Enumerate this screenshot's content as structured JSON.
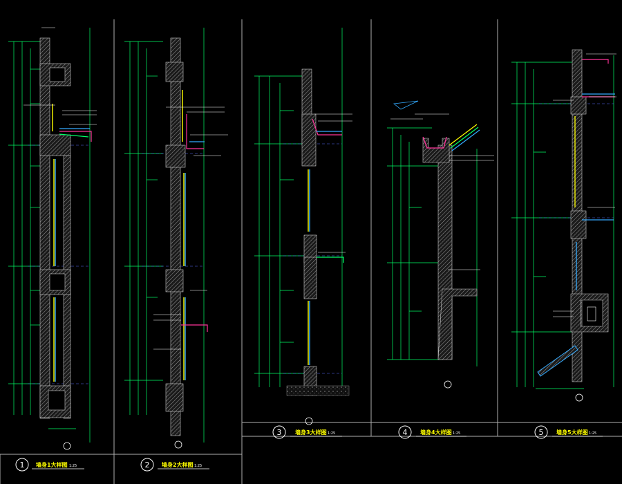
{
  "sheet": {
    "background": "#000000",
    "frame_color": "#b0b0b0",
    "colors": {
      "dimension": "#00ff66",
      "wall_hatch": "#9a9a9a",
      "glass": "#ffff00",
      "glass_edge": "#33aaff",
      "membrane": "#ff3399",
      "roof": "#33aaff",
      "text": "#ffffff",
      "title": "#ffff00"
    }
  },
  "details": [
    {
      "number": "1",
      "title": "墙身1大样图",
      "scale": "1:25"
    },
    {
      "number": "2",
      "title": "墙身2大样图",
      "scale": "1:25"
    },
    {
      "number": "3",
      "title": "墙身3大样图",
      "scale": "1:25"
    },
    {
      "number": "4",
      "title": "墙身4大样图",
      "scale": "1:25"
    },
    {
      "number": "5",
      "title": "墙身5大样图",
      "scale": "1:25"
    }
  ]
}
